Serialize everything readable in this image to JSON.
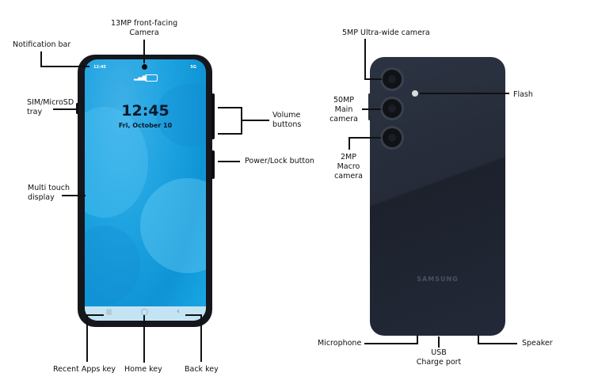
{
  "front": {
    "status_time": "12:45",
    "status_right": "5G",
    "lock_time": "12:45",
    "lock_date": "Fri, October 10",
    "nav_keys": {
      "recent": "|||",
      "home": "◯",
      "back": "‹"
    }
  },
  "back": {
    "brand": "SAMSUNG"
  },
  "labels": {
    "front_camera_1": "13MP front-facing",
    "front_camera_2": "Camera",
    "notification_bar": "Notification bar",
    "sim_tray_1": "SIM/MicroSD",
    "sim_tray_2": "tray",
    "volume_1": "Volume",
    "volume_2": "buttons",
    "power": "Power/Lock button",
    "multitouch_1": "Multi touch",
    "multitouch_2": "display",
    "recent_apps": "Recent Apps key",
    "home": "Home key",
    "back_key": "Back key",
    "ultrawide": "5MP Ultra-wide camera",
    "main_cam_1": "50MP",
    "main_cam_2": "Main",
    "main_cam_3": "camera",
    "macro_1": "2MP",
    "macro_2": "Macro",
    "macro_3": "camera",
    "flash": "Flash",
    "microphone": "Microphone",
    "usb_1": "USB",
    "usb_2": "Charge port",
    "speaker": "Speaker"
  },
  "colors": {
    "screen_blue": "#1ea3e0",
    "phone_body": "#15171c",
    "back_body": "#252b38",
    "nav_bar": "#c5e4f3"
  }
}
